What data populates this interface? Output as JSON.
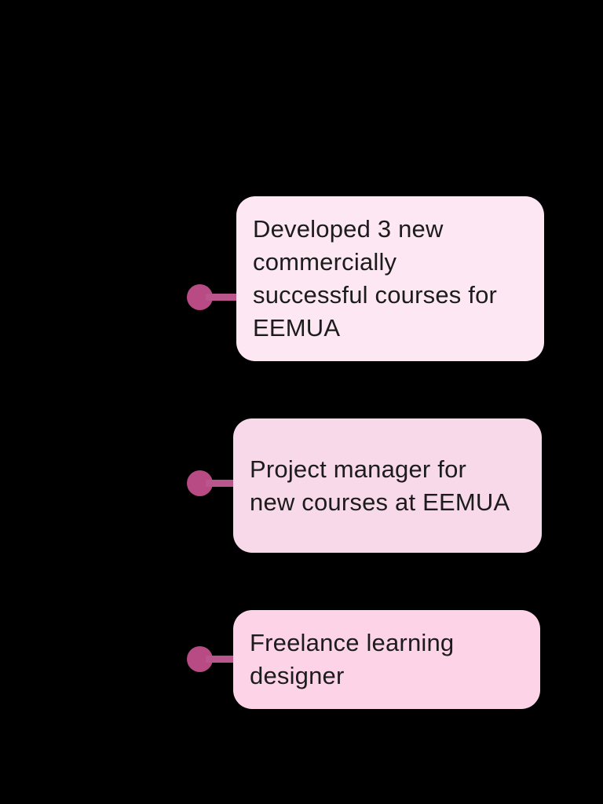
{
  "canvas": {
    "background_color": "#000000",
    "text_color": "#1c1c1c"
  },
  "timeline": {
    "items": [
      {
        "label": "Developed 3 new commercially successful courses for EEMUA",
        "lines": [
          "Developed 3 new",
          "commercially",
          "successful courses for",
          "EEMUA"
        ],
        "card_bg": "#fce7f2",
        "marker_color": "#b84a84",
        "connector_color": "#bb568d"
      },
      {
        "label": "Project manager for new courses at EEMUA",
        "lines": [
          "Project manager for",
          "new courses at EEMUA"
        ],
        "card_bg": "#f8d9e9",
        "marker_color": "#b84a84",
        "connector_color": "#bb568d"
      },
      {
        "label": "Freelance learning designer",
        "lines": [
          "Freelance learning",
          "designer"
        ],
        "card_bg": "#fcd3e7",
        "marker_color": "#b84a84",
        "connector_color": "#bb568d"
      }
    ]
  }
}
